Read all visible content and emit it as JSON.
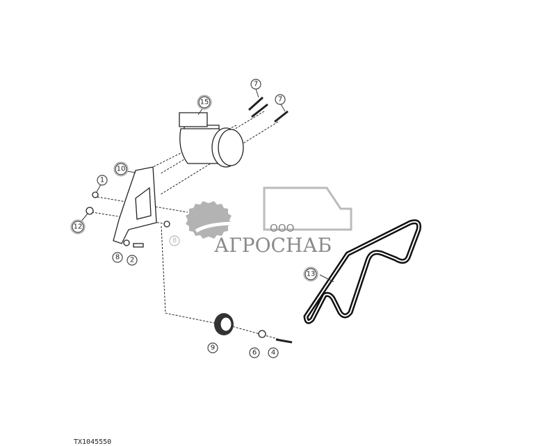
{
  "diagram": {
    "caption": "TX1045550",
    "callouts": [
      {
        "id": "c7a",
        "label": "7"
      },
      {
        "id": "c7b",
        "label": "7"
      },
      {
        "id": "c15",
        "label": "15"
      },
      {
        "id": "c10",
        "label": "10"
      },
      {
        "id": "c1",
        "label": "1"
      },
      {
        "id": "c12",
        "label": "12"
      },
      {
        "id": "c8a",
        "label": "8"
      },
      {
        "id": "c8b",
        "label": "8"
      },
      {
        "id": "c2",
        "label": "2"
      },
      {
        "id": "c13",
        "label": "13"
      },
      {
        "id": "c9",
        "label": "9"
      },
      {
        "id": "c6",
        "label": "6"
      },
      {
        "id": "c4",
        "label": "4"
      }
    ]
  },
  "watermark": {
    "prefix": "ООО",
    "name": "АГРОСНАБ"
  }
}
